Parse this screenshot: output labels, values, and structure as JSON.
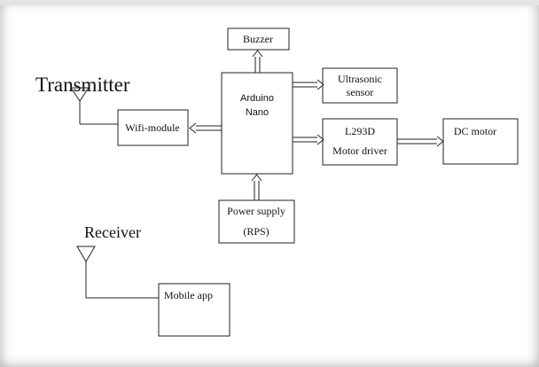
{
  "diagram": {
    "labels": {
      "transmitter": "Transmitter",
      "receiver": "Receiver"
    },
    "blocks": {
      "buzzer": "Buzzer",
      "arduino_line1": "Arduino",
      "arduino_line2": "Nano",
      "ultrasonic_line1": "Ultrasonic",
      "ultrasonic_line2": "sensor",
      "wifi": "Wifi-module",
      "l293d_line1": "L293D",
      "l293d_line2": "Motor driver",
      "dc_motor": "DC motor",
      "power_line1": "Power supply",
      "power_line2": "(RPS)",
      "mobile_app": "Mobile app"
    }
  }
}
